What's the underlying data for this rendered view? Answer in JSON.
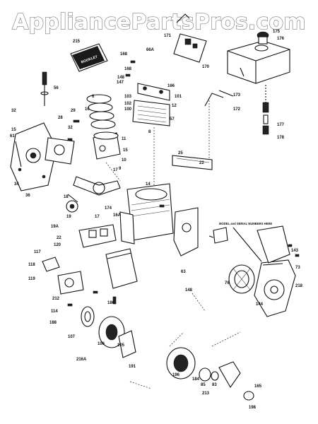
{
  "watermark": "AppliancePartsPros.com",
  "booklet_text": "BOOKLET",
  "model_note": "MODEL and SERIAL NUMBERS HERE",
  "callouts": [
    {
      "t": "215"
    },
    {
      "t": "168"
    },
    {
      "t": "66A"
    },
    {
      "t": "171"
    },
    {
      "t": "170"
    },
    {
      "t": "176"
    },
    {
      "t": "175"
    },
    {
      "t": "168"
    },
    {
      "t": "148"
    },
    {
      "t": "147"
    },
    {
      "t": "56"
    },
    {
      "t": "166"
    },
    {
      "t": "101"
    },
    {
      "t": "103"
    },
    {
      "t": "102"
    },
    {
      "t": "100"
    },
    {
      "t": "12"
    },
    {
      "t": "28"
    },
    {
      "t": "29"
    },
    {
      "t": "57"
    },
    {
      "t": "173"
    },
    {
      "t": "172"
    },
    {
      "t": "25"
    },
    {
      "t": "6"
    },
    {
      "t": "16"
    },
    {
      "t": "22"
    },
    {
      "t": "32"
    },
    {
      "t": "15"
    },
    {
      "t": "61"
    },
    {
      "t": "8"
    },
    {
      "t": "15"
    },
    {
      "t": "11"
    },
    {
      "t": "10"
    },
    {
      "t": "9"
    },
    {
      "t": "32"
    },
    {
      "t": "17"
    },
    {
      "t": "34"
    },
    {
      "t": "36"
    },
    {
      "t": "17"
    },
    {
      "t": "16A"
    },
    {
      "t": "14"
    },
    {
      "t": "174"
    },
    {
      "t": "177"
    },
    {
      "t": "178"
    },
    {
      "t": "18"
    },
    {
      "t": "19"
    },
    {
      "t": "19A"
    },
    {
      "t": "22"
    },
    {
      "t": "120"
    },
    {
      "t": "117"
    },
    {
      "t": "118"
    },
    {
      "t": "119"
    },
    {
      "t": "212"
    },
    {
      "t": "114"
    },
    {
      "t": "188"
    },
    {
      "t": "107"
    },
    {
      "t": "106"
    },
    {
      "t": "105"
    },
    {
      "t": "148"
    },
    {
      "t": "76"
    },
    {
      "t": "144"
    },
    {
      "t": "218"
    },
    {
      "t": "196"
    },
    {
      "t": "165"
    },
    {
      "t": "213"
    },
    {
      "t": "216A"
    },
    {
      "t": "191"
    },
    {
      "t": "186"
    },
    {
      "t": "184"
    },
    {
      "t": "85"
    },
    {
      "t": "83"
    },
    {
      "t": "198"
    },
    {
      "t": "63"
    },
    {
      "t": "143"
    },
    {
      "t": "73"
    }
  ]
}
